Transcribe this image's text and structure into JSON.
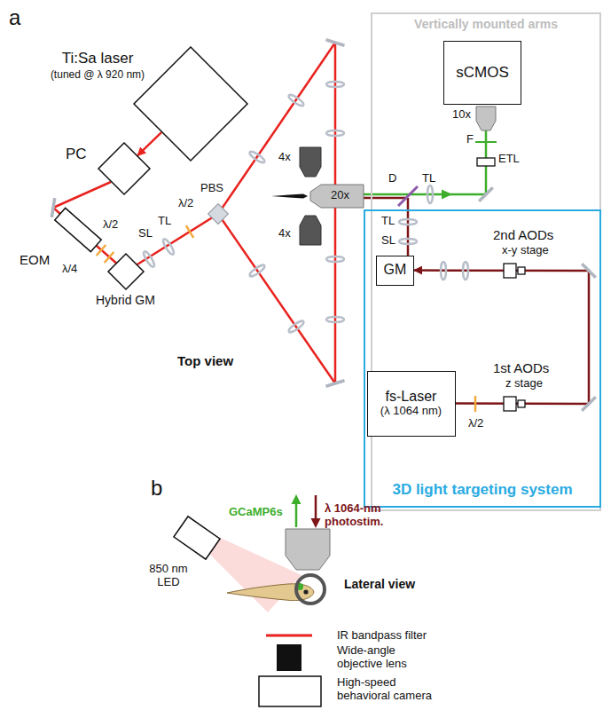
{
  "diagram": {
    "nodes": [
      {
        "text": [
          "Ti:Sa laser",
          "(tuned @ λ 920 nm)"
        ]
      },
      {
        "text": [
          "PC"
        ]
      },
      {
        "text": [
          "Vertically mounted arms"
        ]
      },
      {
        "text": [
          "sCMOS"
        ],
        "in": 2
      },
      {
        "text": [
          "3D light targeting system"
        ],
        "in": 2
      },
      {
        "text": [
          "GM"
        ],
        "in": 4
      },
      {
        "text": [
          "fs-Laser",
          "(λ 1064 nm)"
        ],
        "in": 4
      }
    ],
    "edges": [
      {
        "from": 0,
        "to": 1,
        "arrow": "to"
      },
      {
        "from": 6,
        "to": 5,
        "arrow": "to"
      }
    ],
    "labels": [
      "a",
      "EOM",
      "λ/2",
      "λ/4",
      "Hybrid GM",
      "SL",
      "TL",
      "λ/2",
      "PBS",
      "4x",
      "4x",
      "20x",
      "Top view",
      "D",
      "TL",
      "ETL",
      "F",
      "10x",
      "TL",
      "SL",
      "2nd AODs",
      "x-y stage",
      "1st AODs",
      "z stage",
      "λ/2",
      "b",
      "GCaMP6s",
      "λ 1064-nm photostim.",
      "850 nm LED",
      "Lateral view",
      "IR bandpass filter",
      "Wide-angle objective lens",
      "High-speed behavioral camera"
    ]
  }
}
